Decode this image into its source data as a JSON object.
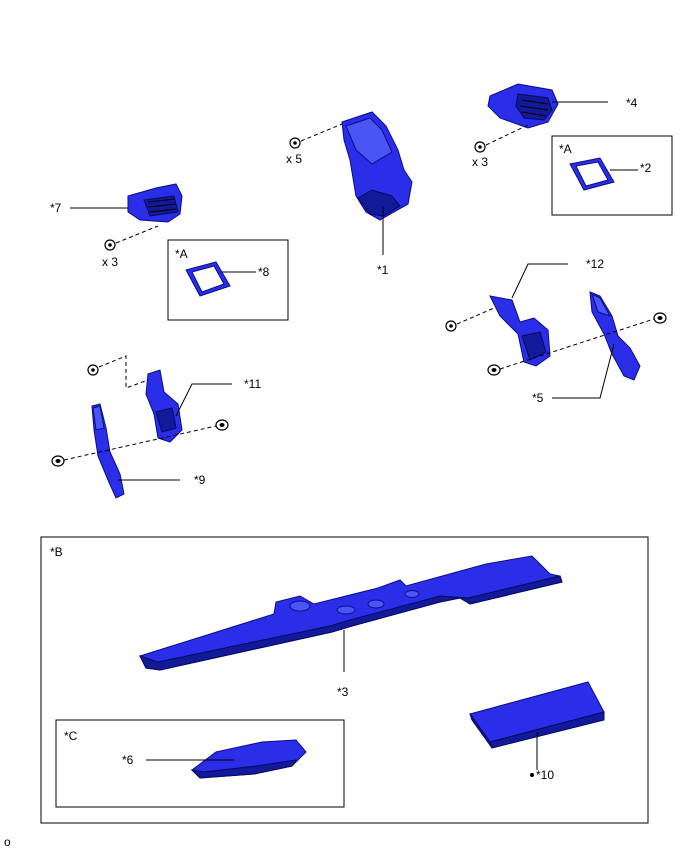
{
  "labels": {
    "p1": "*1",
    "p2": "*2",
    "p3": "*3",
    "p4": "*4",
    "p5": "*5",
    "p6": "*6",
    "p7": "*7",
    "p8": "*8",
    "p9": "*9",
    "p10": "*10",
    "p11": "*11",
    "p12": "*12",
    "boxA1": "*A",
    "boxA2": "*A",
    "boxB": "*B",
    "boxC": "*C"
  },
  "quantities": {
    "q1": "x 5",
    "q4": "x 3",
    "q7": "x 3"
  },
  "footer": "o",
  "colors": {
    "part": "#2a2ee8",
    "outline": "#000000"
  }
}
